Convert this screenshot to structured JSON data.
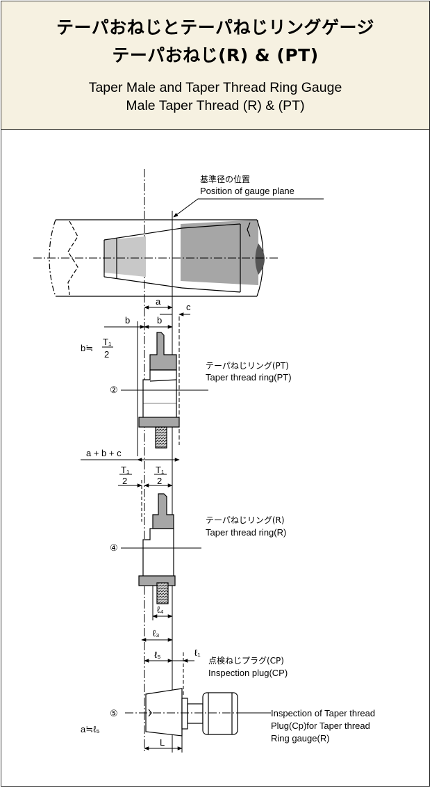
{
  "header": {
    "title_ja_line1": "テーパおねじとテーパねじリングゲージ",
    "title_ja_line2": "テーパおねじ(R) & (PT)",
    "title_en_line1": "Taper Male and Taper Thread Ring Gauge",
    "title_en_line2": "Male Taper Thread (R) & (PT)"
  },
  "diagram": {
    "gauge_plane_ja": "基準径の位置",
    "gauge_plane_en": "Position of gauge plane",
    "dims": {
      "a": "a",
      "b": "b",
      "c": "c",
      "b_approx": "b≒",
      "t1": "T₁",
      "two": "2",
      "abc": "a + b + c",
      "l4": "ℓ₄",
      "l3": "ℓ₃",
      "l5": "ℓ₅",
      "l1": "ℓ₁",
      "L": "L",
      "a_approx_l5": "a≒ℓ₅"
    },
    "ring_pt_ja": "テーパねじリング(PT)",
    "ring_pt_en": "Taper thread ring(PT)",
    "ring_r_ja": "テーパねじリング(R)",
    "ring_r_en": "Taper thread ring(R)",
    "plug_cp_ja": "点検ねじプラグ(CP)",
    "plug_cp_en": "Inspection plug(CP)",
    "inspection_note_1": "Inspection  of Taper thread",
    "inspection_note_2": "Plug(Cp)for Taper thread",
    "inspection_note_3": "Ring gauge(R)",
    "marker_2": "②",
    "marker_4": "④",
    "marker_5": "⑤"
  },
  "colors": {
    "header_bg": "#f6f1e1",
    "gauge_fill": "#a6a6a6",
    "line": "#000000"
  }
}
